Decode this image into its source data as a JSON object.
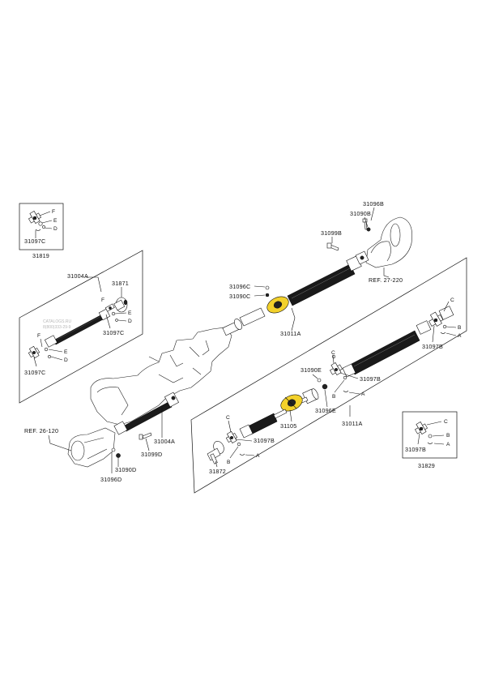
{
  "diagram": {
    "watermark": [
      "CATALOGS.RU",
      "8(800)333-29-9"
    ],
    "labels": {
      "p31819": "31819",
      "p31819_F": "F",
      "p31819_E": "E",
      "p31819_D": "D",
      "p31819_c": "31097C",
      "p31004A_top": "31004A",
      "p31871": "31871",
      "pLF": "F",
      "pLE": "E",
      "pLD": "D",
      "pL31097C": "31097C",
      "pLE2": "E",
      "pLD2": "D",
      "pL31097C2": "31097C",
      "p31096B": "31096B",
      "p31090B": "31090B",
      "p31099B": "31099B",
      "pRef27": "REF. 27-220",
      "p31096C": "31096C",
      "p31090C": "31090C",
      "p31011A_top": "31011A",
      "pRef26": "REF. 26-120",
      "p31004A_bot": "31004A",
      "p31099D": "31099D",
      "p31090D": "31090D",
      "p31096D": "31096D",
      "pRC": "C",
      "pRB": "B",
      "pRA": "A",
      "pR31097B": "31097B",
      "pM31097B": "31097B",
      "p31090E": "31090E",
      "pMB": "B",
      "p31096E": "31096E",
      "pMA": "A",
      "p31105": "31105",
      "p31011A_bot": "31011A",
      "pLC": "C",
      "pL31097B": "31097B",
      "pLB": "B",
      "pLA": "A",
      "p31872": "31872",
      "p31829_C": "C",
      "p31829_B": "B",
      "p31829_A": "A",
      "p31829_b": "31097B",
      "p31829": "31829"
    }
  }
}
